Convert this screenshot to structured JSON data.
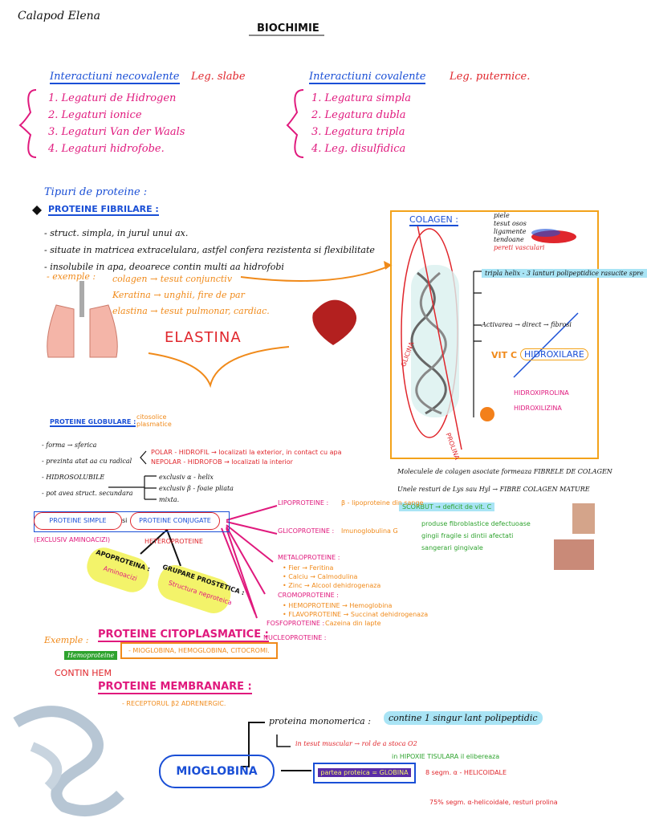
{
  "header": {
    "author": "Calapod Elena",
    "title": "BIOCHIMIE"
  },
  "noncovalent": {
    "heading": "Interactiuni necovalente",
    "arrow_label": "Leg. slabe",
    "items": [
      "1. Legaturi de Hidrogen",
      "2. Legaturi ionice",
      "3. Legaturi Van der Waals",
      "4. Legaturi hidrofobe."
    ]
  },
  "covalent": {
    "heading": "Interactiuni covalente",
    "arrow_label": "Leg. puternice.",
    "items": [
      "1. Legatura simpla",
      "2. Legatura dubla",
      "3. Legatura tripla",
      "4. Leg. disulfidica"
    ]
  },
  "proteins": {
    "heading": "Tipuri de proteine :",
    "fibrillar_label": "PROTEINE FIBRILARE :",
    "fibrillar_points": [
      "- struct. simpla, in jurul unui ax.",
      "- situate in matricea extracelulara, astfel confera rezistenta si flexibilitate",
      "- insolubile in apa, deoarece contin multi aa hidrofobi"
    ],
    "examples_label": "- exemple :",
    "examples": [
      "colagen → tesut conjunctiv",
      "Keratina → unghii, fire de par",
      "elastina → tesut pulmonar, cardiac."
    ],
    "elastin_label": "ELASTINA"
  },
  "collagen": {
    "title": "COLAGEN :",
    "right_notes": [
      "piele",
      "tesut osos",
      "ligamente",
      "tendoane",
      "pereti vasculari"
    ],
    "triple_helix": "tripla helix - 3 lanturi polipeptidice rasucite spre",
    "steps": [
      "Activarea → direct → fibrosi",
      "VIT C",
      "HIDROXILARE",
      "HIDROXIPROLINA",
      "HIDROXILIZINA"
    ],
    "labels_left": [
      "GLICINA",
      "PROLINA"
    ],
    "bottom_notes": [
      "Moleculele de colagen asociate formeaza FIBRELE DE COLAGEN",
      "Unele resturi de Lys sau Hyl → FIBRE COLAGEN MATURE",
      "SCORBUT → deficit de vit. C",
      "produse fibroblastice defectuoase",
      "gingii fragile si dintii afectati",
      "sangerari gingivale"
    ]
  },
  "globular": {
    "label": "PROTEINE GLOBULARE :",
    "side_notes": [
      "citosolice",
      "plasmatice"
    ],
    "points": [
      "- forma → sferica",
      "- prezinta atat aa cu radical",
      "- HIDROSOLUBILE",
      "- pot avea struct. secundara"
    ],
    "radical_notes": [
      "POLAR - HIDROFIL → localizati la exterior, in contact cu apa",
      "NEPOLAR - HIDROFOB → localizati la interior"
    ],
    "secondary": [
      "exclusiv α - helix",
      "exclusiv β - foaie pliata",
      "mixta."
    ],
    "simple": "PROTEINE SIMPLE",
    "si": "si",
    "conjugated": "PROTEINE CONJUGATE",
    "simple_note": "(EXCLUSIV AMINOACIZI)",
    "heteroproteins": "HETEROPROTEINE",
    "apoprotein": "APOPROTEINA :",
    "apoprotein_note": "Aminoacizi",
    "prosthetic": "GRUPARE PROSTETICA :",
    "prosthetic_note": "Structura neproteica",
    "conjugated_types": [
      {
        "name": "LIPOPROTEINE :",
        "ex": "β - lipoproteine din sange"
      },
      {
        "name": "GLICOPROTEINE :",
        "ex": "Imunoglobulina G"
      },
      {
        "name": "METALOPROTEINE :",
        "ex": ""
      },
      {
        "name": "CROMOPROTEINE :",
        "ex": ""
      },
      {
        "name": "FOSFOPROTEINE :",
        "ex": "Cazeina din lapte"
      },
      {
        "name": "NUCLEOPROTEINE :",
        "ex": ""
      }
    ],
    "metalo_items": [
      "• Fier → Feritina",
      "• Calciu → Calmodulina",
      "• Zinc → Alcool dehidrogenaza"
    ],
    "cromo_items": [
      "• HEMOPROTEINE → Hemoglobina",
      "• FLAVOPROTEINE → Succinat dehidrogenaza"
    ]
  },
  "examples_section": {
    "label": "Exemple :",
    "cytoplasmic": "PROTEINE CITOPLASMATICE :",
    "hemoproteins": "Hemoproteine",
    "cyto_list": "- MIOGLOBINA, HEMOGLOBINA, CITOCROMI.",
    "hem_note": "CONTIN HEM",
    "membrane": "PROTEINE MEMBRANARE :",
    "receptor": "- RECEPTORUL β2 ADRENERGIC."
  },
  "myoglobin": {
    "name": "MIOGLOBINA",
    "monomeric": "proteina monomerica :",
    "chain_note": "contine 1 singur lant polipeptidic",
    "muscle": "in tesut muscular → rol de a stoca O2",
    "hypoxia": "in HIPOXIE TISULARA il elibereaza",
    "protein_part": "partea proteica = GLOBINA",
    "segments": "8 segm. α - HELICOIDALE",
    "percent": "75% segm. α-helicoidale, resturi prolina"
  },
  "colors": {
    "blue": "#1a4fd6",
    "red": "#e0262c",
    "magenta": "#e0197d",
    "orange": "#f08a1a",
    "green": "#2ea32e"
  }
}
